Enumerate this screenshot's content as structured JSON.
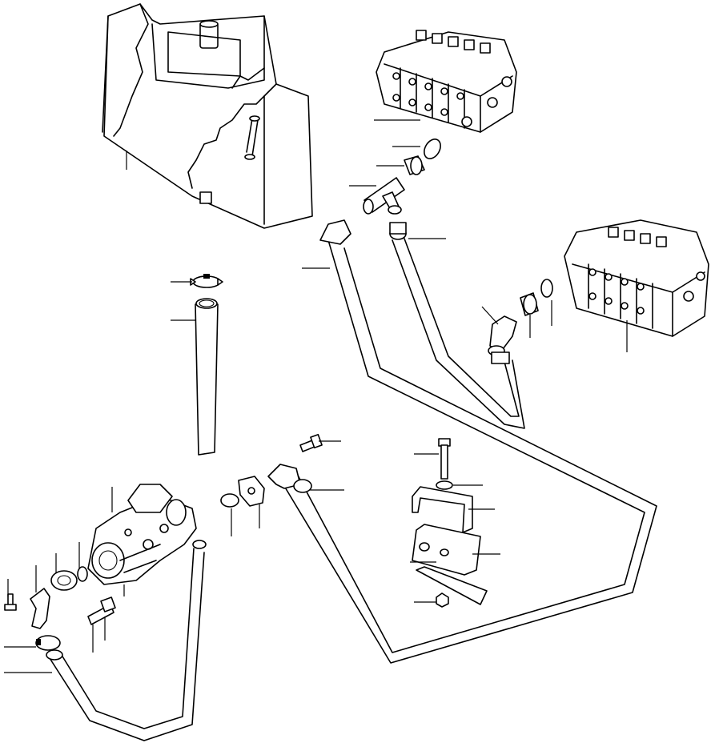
{
  "figure": {
    "kind": "exploded hydraulic parts diagram",
    "labels": []
  },
  "colors": {
    "ink": "#000000",
    "paper": "#ffffff"
  },
  "parts": [
    "hydraulic-tank",
    "control-valve-upper",
    "o-ring-upper",
    "adapter-fitting-upper",
    "tee-fitting",
    "suction-hose",
    "return-hose",
    "control-valve-lower",
    "elbow-fitting-lower-valve",
    "adapter-fitting-lower",
    "o-ring-lower",
    "hose-clamp-top",
    "suction-tube",
    "hydraulic-pump",
    "pump-elbow",
    "pump-flange",
    "hose-clamp-bottom",
    "pump-hose-loop",
    "bolt-left",
    "split-flange",
    "o-ring-flange",
    "bolt-flange",
    "pressure-hose-long",
    "bolt-clamp",
    "washer-clamp",
    "clamp-bracket",
    "clamp-block",
    "clamp-plate",
    "nut-clamp",
    "pump-fitting"
  ]
}
